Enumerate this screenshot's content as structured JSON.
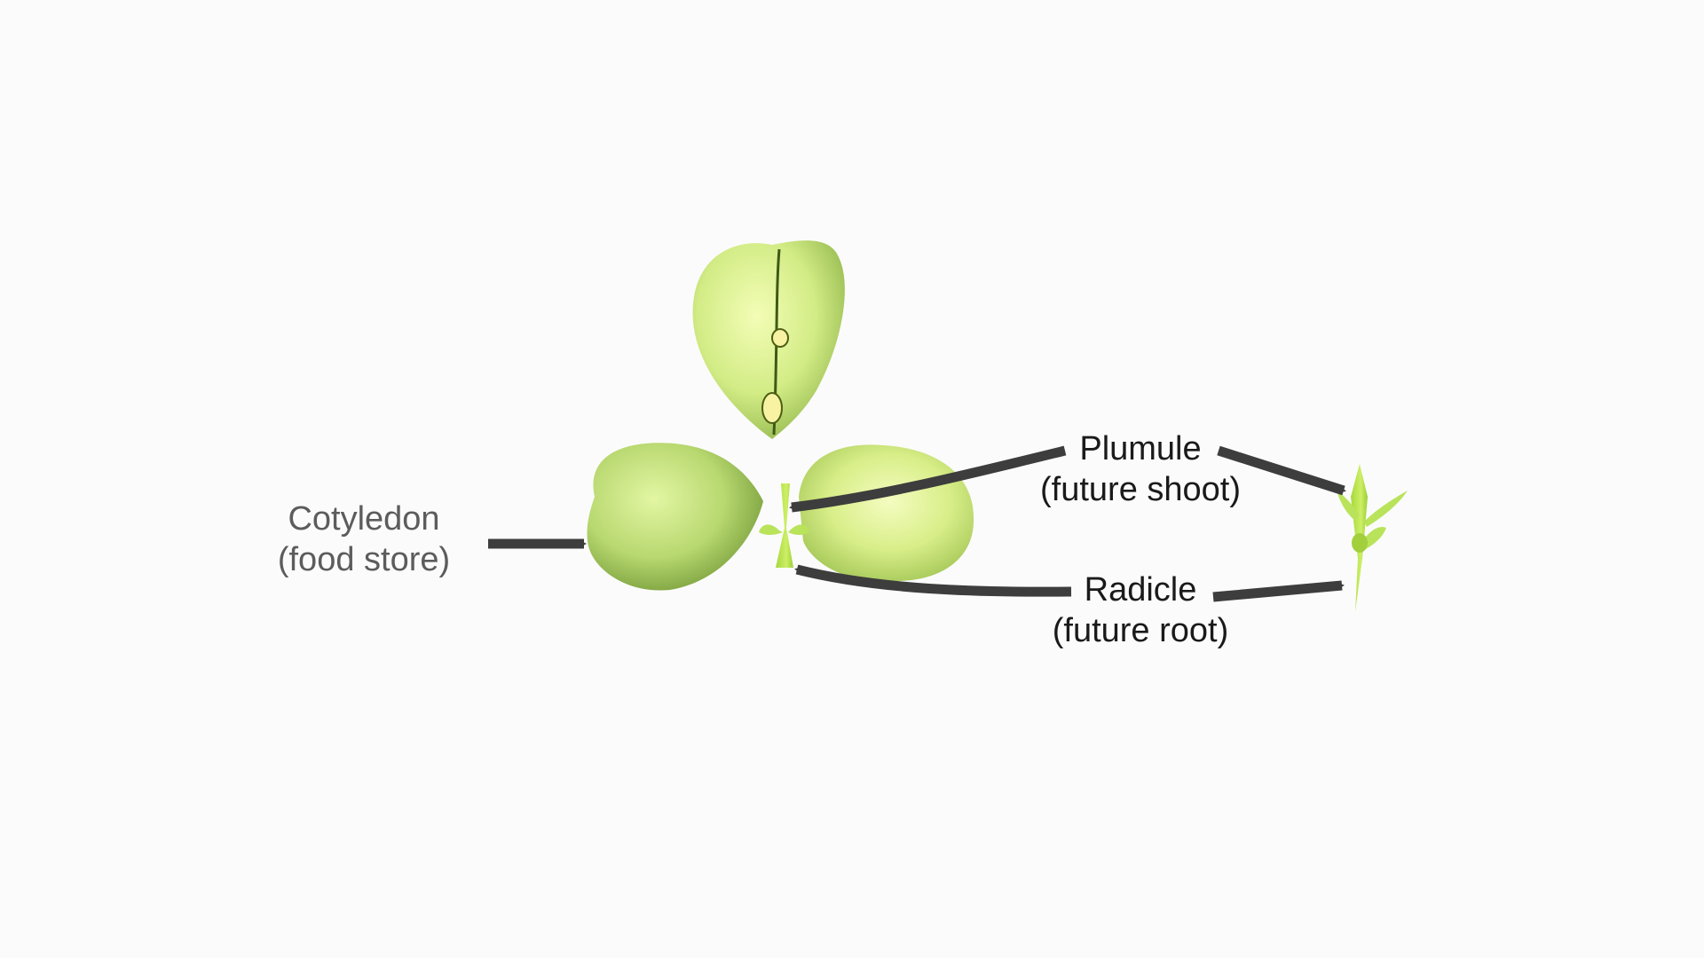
{
  "labels": {
    "cotyledon": {
      "name": "Cotyledon",
      "note": "(food store)"
    },
    "plumule": {
      "name": "Plumule",
      "note": "(future shoot)"
    },
    "radicle": {
      "name": "Radicle",
      "note": "(future root)"
    }
  },
  "colors": {
    "background": "#fbfbfb",
    "arrow": "#3d3d3d",
    "seed_light": "#eefba0",
    "seed_mid": "#c4e27a",
    "seed_dark": "#92b94e",
    "embryo": "#b4e04c",
    "outline": "#3f5a16"
  }
}
